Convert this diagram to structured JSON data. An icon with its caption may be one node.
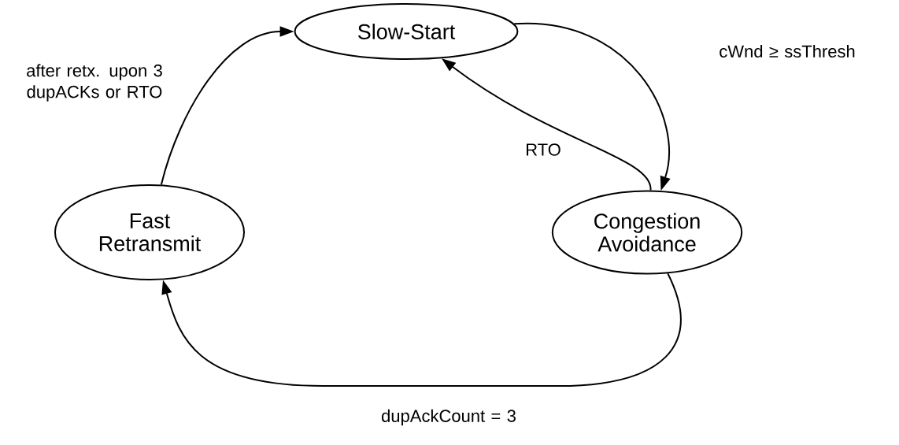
{
  "diagram": {
    "nodes": [
      {
        "text": [
          "Slow-Start"
        ]
      },
      {
        "text": [
          "Fast Retransmit"
        ]
      },
      {
        "text": [
          "Congestion Avoidance"
        ]
      }
    ],
    "edges": [
      {
        "from": 1,
        "to": 0,
        "arrow": "to",
        "label": "after retx. upon 3 dupACKs or RTO"
      },
      {
        "from": 0,
        "to": 2,
        "arrow": "to",
        "label": "cWnd ≥ ssThresh"
      },
      {
        "from": 2,
        "to": 0,
        "arrow": "to",
        "label": "RTO"
      },
      {
        "from": 2,
        "to": 1,
        "arrow": "to",
        "label": "dupAckCount = 3"
      }
    ]
  }
}
